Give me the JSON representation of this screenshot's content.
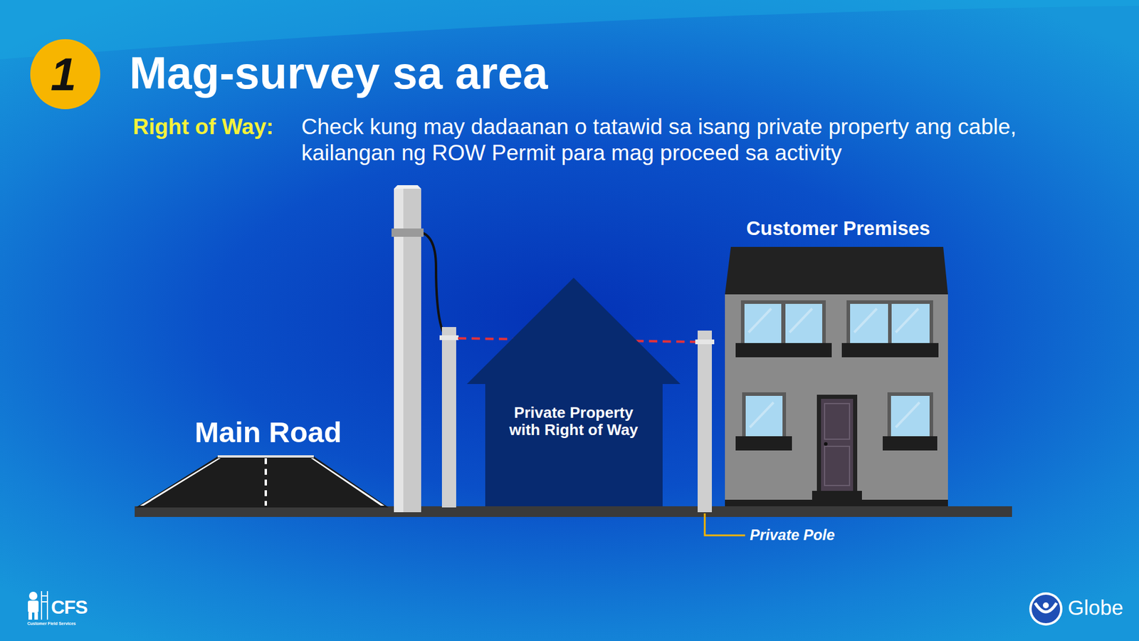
{
  "diagram": {
    "title": "Mag-survey sa area",
    "nodes": [
      {
        "text": [
          "1"
        ]
      },
      {
        "text": [
          "Private Property with Right of Way"
        ]
      },
      {
        "text": [
          "Customer Premises"
        ]
      }
    ],
    "labels": [
      "Right of Way:",
      "Check kung may dadaanan o tatawid sa isang private property ang cable, kailangan ng ROW Permit para mag proceed sa activity",
      "Main Road",
      "Private Pole",
      "CFS",
      "Customer Field Services",
      "Globe"
    ]
  }
}
